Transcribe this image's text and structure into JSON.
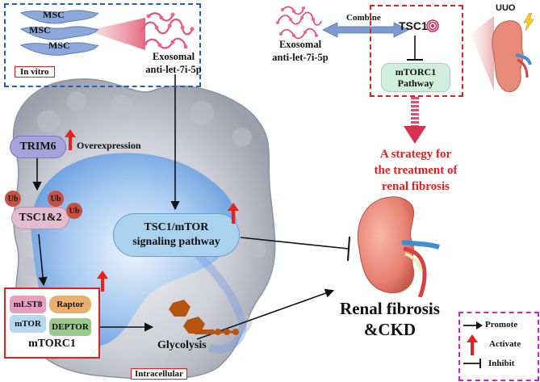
{
  "invitro_box": {
    "msc_labels": [
      "MSC",
      "MSC",
      "MSC"
    ],
    "exosome_label": "Exosomal\nanti-let-7i-5p",
    "tag": "In vitro"
  },
  "top_right": {
    "exosome_label": "Exosomal\nanti-let-7i-5p",
    "combine_label": "Combine",
    "tsc1_label": "TSC1",
    "mtorc1_label": "mTORC1\nPathway",
    "uuo_label": "UUO"
  },
  "strategy_text": "A strategy for\nthe treatment of\nrenal fibrosis",
  "cell": {
    "trim6_label": "TRIM6",
    "overexpression_label": "Overexpression",
    "ub_labels": [
      "Ub",
      "Ub",
      "Ub"
    ],
    "tsc12_label": "TSC1&2",
    "pathway_label": "TSC1/mTOR\nsignaling pathway",
    "mtorc1_title": "mTORC1",
    "complex_parts": [
      "mLST8",
      "Raptor",
      "mTOR",
      "DEPTOR"
    ],
    "glycolysis_label": "Glycolysis",
    "intracellular_tag": "Intracellular"
  },
  "outcome_label": "Renal fibrosis\n&CKD",
  "legend": {
    "promote": "Promote",
    "activate": "Activate",
    "inhibit": "Inhibit"
  },
  "colors": {
    "dashed_blue": "#1f5fbf",
    "dashed_red": "#e02020",
    "legend_border": "#d020d0",
    "pathway_fill": "#a9d2ef",
    "mtorc1_pathway_fill": "#cfeedd",
    "arrow_red": "#e8201e",
    "glycolysis": "#b8530f",
    "ub": "#c85040",
    "trim6": "#a8a2dc",
    "tsc12": "#e4bcd0"
  }
}
